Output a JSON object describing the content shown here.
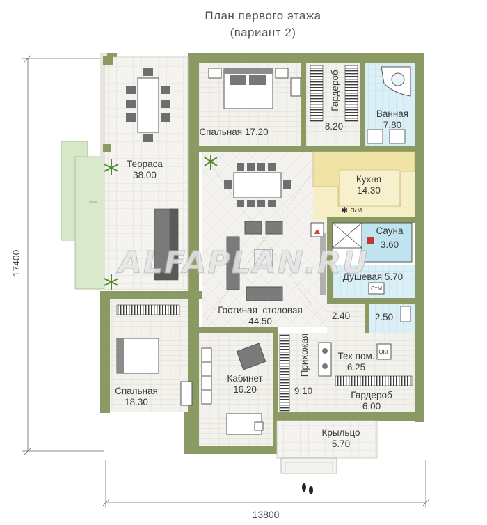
{
  "title": {
    "line1": "План первого этажа",
    "line2": "(вариант 2)"
  },
  "dimensions": {
    "width": "13800",
    "height": "17400"
  },
  "watermark": "ALFAPLAN.RU",
  "rooms": {
    "terrace": {
      "name": "Терраса",
      "area": "38.00"
    },
    "bedroom_top": {
      "name": "Спальная 17.20"
    },
    "wardrobe_top": {
      "name": "Гардероб",
      "area": "8.20"
    },
    "bathroom": {
      "name": "Ванная",
      "area": "7.80"
    },
    "kitchen": {
      "name": "Кухня",
      "area": "14.30"
    },
    "sauna": {
      "name": "Сауна",
      "area": "3.60"
    },
    "shower": {
      "name": "Душевая 5.70"
    },
    "living": {
      "name": "Гостиная–столовая",
      "area": "44.50"
    },
    "hall_small": {
      "area": "2.40"
    },
    "wc": {
      "area": "2.50"
    },
    "bedroom_left": {
      "name": "Спальная",
      "area": "18.30"
    },
    "study": {
      "name": "Кабинет",
      "area": "16.20"
    },
    "hallway": {
      "name": "Прихожая",
      "area": "9.10"
    },
    "tech": {
      "name": "Тех пом.",
      "area": "6.25"
    },
    "wardrobe_bottom": {
      "name": "Гардероб",
      "area": "6.00"
    },
    "porch": {
      "name": "Крыльцо",
      "area": "5.70"
    }
  },
  "appliance_labels": {
    "pm": "ПсМ",
    "sm": "СтМ",
    "okg": "ОКГ"
  },
  "colors": {
    "wall": "#8a9a62",
    "floor": "#f0efea",
    "tile": "#d9eef6",
    "kitchen": "#f6eec4",
    "deck": "#f3f2ee",
    "lawn": "#d7e8c9"
  }
}
